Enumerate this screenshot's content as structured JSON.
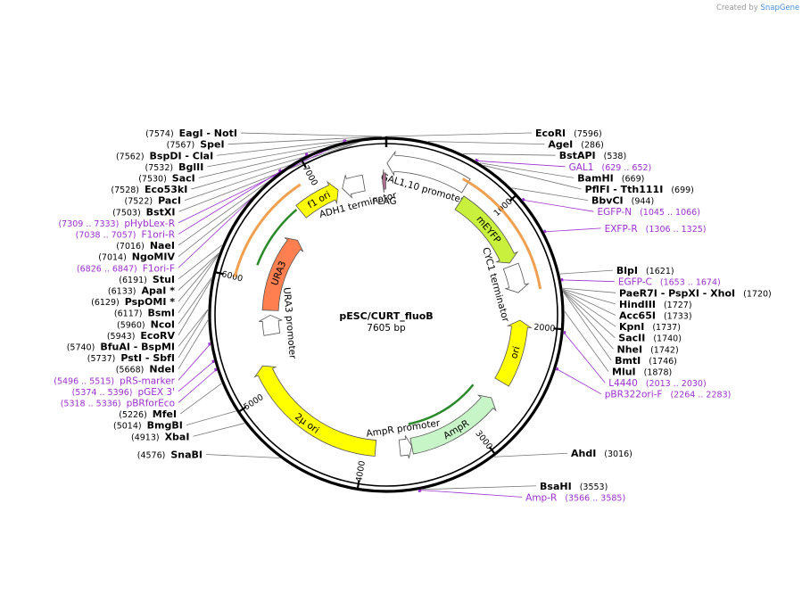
{
  "brand": {
    "created_by": "Created by",
    "app": "SnapGene"
  },
  "plasmid": {
    "name": "pESC/CURT_fluoB",
    "size": 7605,
    "size_label": "7605 bp"
  },
  "ticks": [
    "1000",
    "2000",
    "3000",
    "4000",
    "5000",
    "6000",
    "7000"
  ],
  "enzymes_right": [
    {
      "name": "EcoRI",
      "pos": "(7596)",
      "bp": 7596
    },
    {
      "name": "AgeI",
      "pos": "(286)",
      "bp": 286
    },
    {
      "name": "BstAPI",
      "pos": "(538)",
      "bp": 538
    },
    {
      "name": "BamHI",
      "pos": "(669)",
      "bp": 669
    },
    {
      "name": "PflFI - Tth111I",
      "pos": "(699)",
      "bp": 699
    },
    {
      "name": "BbvCI",
      "pos": "(944)",
      "bp": 944
    },
    {
      "name": "BlpI",
      "pos": "(1621)",
      "bp": 1621
    },
    {
      "name": "PaeR7I - PspXI - XhoI",
      "pos": "(1720)",
      "bp": 1720
    },
    {
      "name": "HindIII",
      "pos": "(1727)",
      "bp": 1727
    },
    {
      "name": "Acc65I",
      "pos": "(1733)",
      "bp": 1733
    },
    {
      "name": "KpnI",
      "pos": "(1737)",
      "bp": 1737
    },
    {
      "name": "SacII",
      "pos": "(1740)",
      "bp": 1740
    },
    {
      "name": "NheI",
      "pos": "(1742)",
      "bp": 1742
    },
    {
      "name": "BmtI",
      "pos": "(1746)",
      "bp": 1746
    },
    {
      "name": "MluI",
      "pos": "(1878)",
      "bp": 1878
    },
    {
      "name": "AhdI",
      "pos": "(3016)",
      "bp": 3016
    },
    {
      "name": "BsaHI",
      "pos": "(3553)",
      "bp": 3553
    }
  ],
  "enzymes_left": [
    {
      "name": "EagI - NotI",
      "pos": "(7574)",
      "bp": 7574
    },
    {
      "name": "SpeI",
      "pos": "(7567)",
      "bp": 7567
    },
    {
      "name": "BspDI - ClaI",
      "pos": "(7562)",
      "bp": 7562
    },
    {
      "name": "BglII",
      "pos": "(7532)",
      "bp": 7532
    },
    {
      "name": "SacI",
      "pos": "(7530)",
      "bp": 7530
    },
    {
      "name": "Eco53kI",
      "pos": "(7528)",
      "bp": 7528
    },
    {
      "name": "PacI",
      "pos": "(7522)",
      "bp": 7522
    },
    {
      "name": "BstXI",
      "pos": "(7503)",
      "bp": 7503
    },
    {
      "name": "NaeI",
      "pos": "(7016)",
      "bp": 7016
    },
    {
      "name": "NgoMIV",
      "pos": "(7014)",
      "bp": 7014
    },
    {
      "name": "StuI",
      "pos": "(6191)",
      "bp": 6191
    },
    {
      "name": "ApaI *",
      "pos": "(6133)",
      "bp": 6133
    },
    {
      "name": "PspOMI *",
      "pos": "(6129)",
      "bp": 6129
    },
    {
      "name": "BsmI",
      "pos": "(6117)",
      "bp": 6117
    },
    {
      "name": "NcoI",
      "pos": "(5960)",
      "bp": 5960
    },
    {
      "name": "EcoRV",
      "pos": "(5943)",
      "bp": 5943
    },
    {
      "name": "BfuAI - BspMI",
      "pos": "(5740)",
      "bp": 5740
    },
    {
      "name": "PstI - SbfI",
      "pos": "(5737)",
      "bp": 5737
    },
    {
      "name": "NdeI",
      "pos": "(5668)",
      "bp": 5668
    },
    {
      "name": "MfeI",
      "pos": "(5226)",
      "bp": 5226
    },
    {
      "name": "BmgBI",
      "pos": "(5014)",
      "bp": 5014
    },
    {
      "name": "XbaI",
      "pos": "(4913)",
      "bp": 4913
    },
    {
      "name": "SnaBI",
      "pos": "(4576)",
      "bp": 4576
    }
  ],
  "primers": [
    {
      "name": "GAL1",
      "pos": "(629 .. 652)",
      "bp": 640
    },
    {
      "name": "EGFP-N",
      "pos": "(1045 .. 1066)",
      "bp": 1055
    },
    {
      "name": "EXFP-R",
      "pos": "(1306 .. 1325)",
      "bp": 1315
    },
    {
      "name": "EGFP-C",
      "pos": "(1653 .. 1674)",
      "bp": 1663
    },
    {
      "name": "L4440",
      "pos": "(2013 .. 2030)",
      "bp": 2021
    },
    {
      "name": "pBR322ori-F",
      "pos": "(2264 .. 2283)",
      "bp": 2273
    },
    {
      "name": "Amp-R",
      "pos": "(3566 .. 3585)",
      "bp": 3575
    },
    {
      "name": "pBRforEco",
      "pos": "(5318 .. 5336)",
      "bp": 5327
    },
    {
      "name": "pGEX 3'",
      "pos": "(5374 .. 5396)",
      "bp": 5385
    },
    {
      "name": "pRS-marker",
      "pos": "(5496 .. 5515)",
      "bp": 5505
    },
    {
      "name": "F1ori-F",
      "pos": "(6826 .. 6847)",
      "bp": 6836
    },
    {
      "name": "F1ori-R",
      "pos": "(7038 .. 7057)",
      "bp": 7047
    },
    {
      "name": "pHybLex-R",
      "pos": "(7309 .. 7333)",
      "bp": 7321
    }
  ],
  "features": [
    {
      "name": "GAL1,10 promoter",
      "start": 6,
      "end": 670,
      "r": 170,
      "dir": "ccw",
      "color": "#ffffff"
    },
    {
      "name": "mEYFP",
      "start": 700,
      "end": 1420,
      "r": 150,
      "dir": "cw",
      "color": "#c8f03c"
    },
    {
      "name": "CYC1 terminator",
      "start": 1450,
      "end": 1700,
      "r": 150,
      "dir": "cw",
      "color": "#ffffff"
    },
    {
      "name": "ori",
      "start": 1950,
      "end": 2540,
      "r": 150,
      "dir": "ccw",
      "color": "#ffff00"
    },
    {
      "name": "AmpR",
      "start": 2710,
      "end": 3570,
      "r": 150,
      "dir": "ccw",
      "color": "#c8f5c8"
    },
    {
      "name": "AmpR promoter",
      "start": 3570,
      "end": 3680,
      "r": 150,
      "dir": "ccw",
      "color": "#ffffff"
    },
    {
      "name": "2μ ori",
      "start": 3900,
      "end": 5230,
      "r": 150,
      "dir": "cw",
      "color": "#ffff00"
    },
    {
      "name": "URA3 promoter",
      "start": 5500,
      "end": 5700,
      "r": 130,
      "dir": "cw",
      "color": "#ffffff"
    },
    {
      "name": "URA3",
      "start": 5750,
      "end": 6550,
      "r": 130,
      "dir": "cw",
      "color": "#ff7f50"
    },
    {
      "name": "f1 ori",
      "start": 6770,
      "end": 7160,
      "r": 150,
      "dir": "cw",
      "color": "#ffff00"
    },
    {
      "name": "ADH1 terminator",
      "start": 7200,
      "end": 7400,
      "r": 150,
      "dir": "ccw",
      "color": "#ffffff"
    },
    {
      "name": "FLAG",
      "start": 7570,
      "end": 7600,
      "r": 150,
      "dir": "ccw",
      "color": "#b07090"
    }
  ],
  "colors": {
    "primer": "#9b30d0",
    "backbone": "#000000",
    "orf_outline": "#f0a050",
    "inner_ring": "#2a8a2a"
  }
}
